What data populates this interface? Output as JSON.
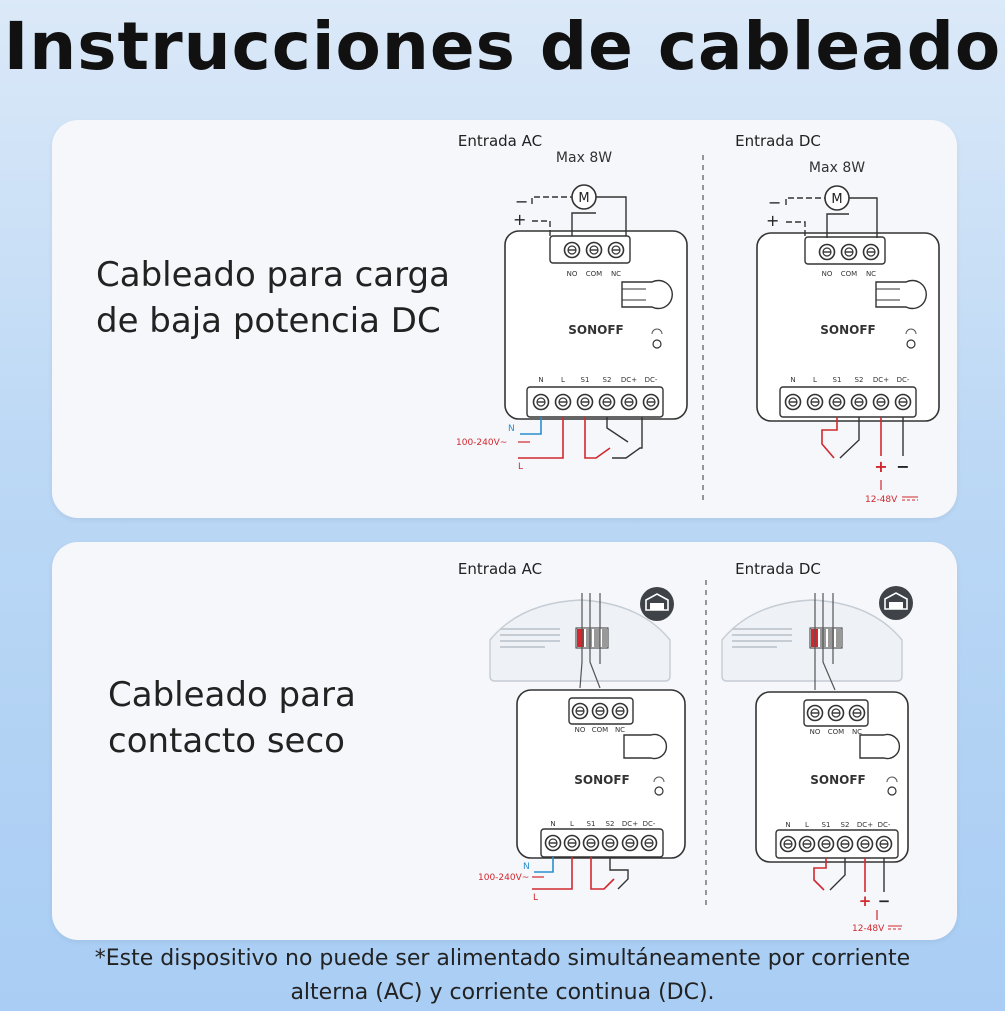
{
  "title": "Instrucciones de cableado",
  "panel1": {
    "heading_line1": "Cableado para carga",
    "heading_line2": "de baja potencia DC",
    "left_label": "Entrada AC",
    "right_label": "Entrada DC",
    "max_label": "Max 8W",
    "motor_symbol": "M",
    "plus": "+",
    "minus": "−",
    "ac_voltage": "100-240V~",
    "dc_voltage": "12-48V"
  },
  "panel2": {
    "heading_line1": "Cableado para",
    "heading_line2": "contacto seco",
    "left_label": "Entrada AC",
    "right_label": "Entrada DC",
    "plus": "+",
    "minus": "−",
    "ac_voltage": "100-240V~",
    "dc_voltage": "12-48V"
  },
  "device": {
    "brand": "SONOFF",
    "relay_terminals": [
      "NO",
      "COM",
      "NC"
    ],
    "input_terminals": [
      "N",
      "L",
      "S1",
      "S2",
      "DC+",
      "DC-"
    ],
    "neutral": "N",
    "line": "L"
  },
  "footnote_line1": "*Este dispositivo no puede ser alimentado simultáneamente por corriente",
  "footnote_line2": "alterna (AC) y corriente continua (DC).",
  "colors": {
    "red_wire": "#d0282e",
    "blue_wire": "#2a8fd0",
    "line": "#333333"
  },
  "icons": [
    "motor-icon",
    "wifi-icon",
    "garage-door-icon"
  ]
}
